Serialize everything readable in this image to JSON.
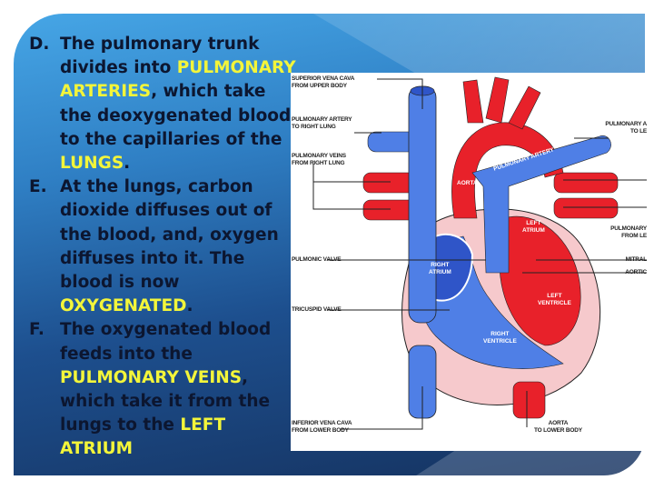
{
  "bullets": [
    {
      "letter": "D.",
      "parts": [
        {
          "t": "The pulmonary trunk divides into "
        },
        {
          "t": "PULMONARY ARTERIES",
          "h": true
        },
        {
          "t": ", which take the deoxygenated blood to the capillaries of the "
        },
        {
          "t": "LUNGS",
          "h": true
        },
        {
          "t": "."
        }
      ]
    },
    {
      "letter": "E.",
      "parts": [
        {
          "t": "At the lungs, carbon dioxide diffuses out of the blood, and, oxygen diffuses into it.  The blood is now "
        },
        {
          "t": "OXYGENATED",
          "h": true
        },
        {
          "t": "."
        }
      ]
    },
    {
      "letter": "F.",
      "parts": [
        {
          "t": "The oxygenated blood feeds into the "
        },
        {
          "t": "PULMONARY VEINS",
          "h": true
        },
        {
          "t": ", which take it from the lungs to the "
        },
        {
          "t": "LEFT ATRIUM",
          "h": true
        }
      ]
    }
  ],
  "diagram": {
    "labels": {
      "svc": "SUPERIOR VENA CAVA\nFROM UPPER BODY",
      "pa_right": "PULMONARY ARTERY\nTO RIGHT LUNG",
      "pv_right": "PULMONARY VEINS\nFROM RIGHT LUNG",
      "pa_left": "PULMONARY A\nTO LE",
      "pv_left": "PULMONARY\nFROM LE",
      "pulmonic": "PULMONIC VALVE",
      "mitral": "MITRAL",
      "aortic": "AORTIC",
      "tricuspid": "TRICUSPID VALVE",
      "ivc": "INFERIOR VENA CAVA\nFROM LOWER BODY",
      "aorta_lower": "AORTA\nTO LOWER BODY"
    },
    "inner": {
      "aorta": "AORTA",
      "pulmonary_artery": "PULMONARY ARTERY",
      "left_atrium": "LEFT\nATRIUM",
      "right_atrium": "RIGHT\nATRIUM",
      "left_ventricle": "LEFT\nVENTRICLE",
      "right_ventricle": "RIGHT\nVENTRICLE"
    },
    "colors": {
      "oxygenated": "#e8212a",
      "deoxygenated": "#4f7fe6",
      "wall": "#f6c9cc"
    }
  }
}
